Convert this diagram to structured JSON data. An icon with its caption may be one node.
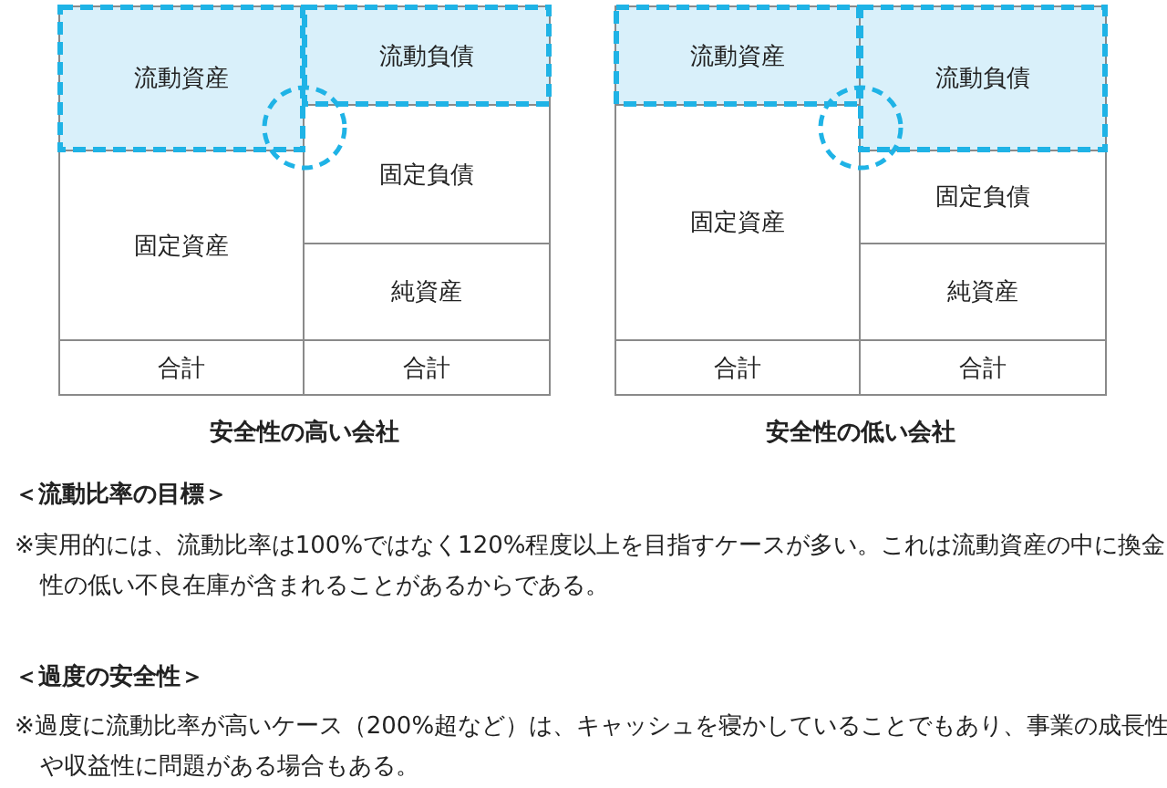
{
  "diagram": {
    "nodes": [
      {
        "text": [
          "流動資産"
        ]
      },
      {
        "text": [
          "流動負債"
        ]
      },
      {
        "text": [
          "固定資産"
        ]
      },
      {
        "text": [
          "固定負債"
        ]
      },
      {
        "text": [
          "純資産"
        ]
      },
      {
        "text": [
          "合計"
        ]
      },
      {
        "text": [
          "合計"
        ]
      },
      {
        "text": [
          "流動資産"
        ]
      },
      {
        "text": [
          "流動負債"
        ]
      },
      {
        "text": [
          "固定資産"
        ]
      },
      {
        "text": [
          "固定負債"
        ]
      },
      {
        "text": [
          "純資産"
        ]
      },
      {
        "text": [
          "合計"
        ]
      },
      {
        "text": [
          "合計"
        ]
      }
    ],
    "labels": [
      "安全性の高い会社",
      "安全性の低い会社",
      "＜流動比率の目標＞",
      "※実用的には、流動比率は100%ではなく120%程度以上を目指すケースが多い。これは流動資産の中に換金性の低い不良在庫が含まれることがあるからである。",
      "＜過度の安全性＞",
      "※過度に流動比率が高いケース（200%超など）は、キャッシュを寝かしていることでもあり、事業の成長性や収益性に問題がある場合もある。"
    ]
  }
}
